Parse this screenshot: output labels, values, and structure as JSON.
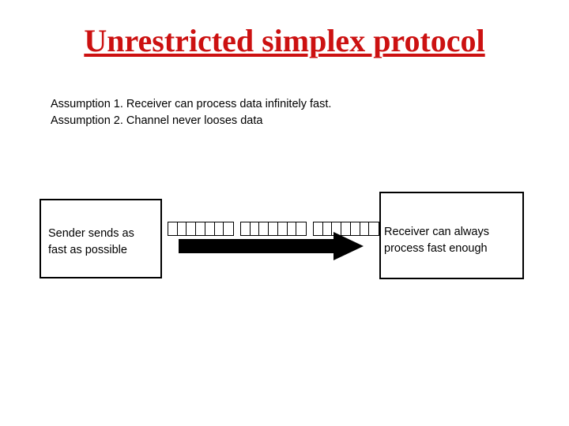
{
  "slide": {
    "title": "Unrestricted simplex protocol",
    "title_color": "#CC1111",
    "background_color": "#FFFFFF",
    "text_color": "#000000"
  },
  "assumptions": {
    "line1": "Assumption 1. Receiver can process data infinitely fast.",
    "line2": "Assumption 2. Channel never looses data"
  },
  "diagram": {
    "sender": {
      "line1": "Sender sends as",
      "line2": "fast as possible"
    },
    "receiver": {
      "line1": "Receiver can always",
      "line2": "process fast enough"
    },
    "channel": {
      "frame_groups": 3,
      "cells_per_group": 7,
      "arrow_icon": "right-arrow-icon",
      "arrow_direction": "left-to-right",
      "arrow_color": "#000000"
    }
  }
}
